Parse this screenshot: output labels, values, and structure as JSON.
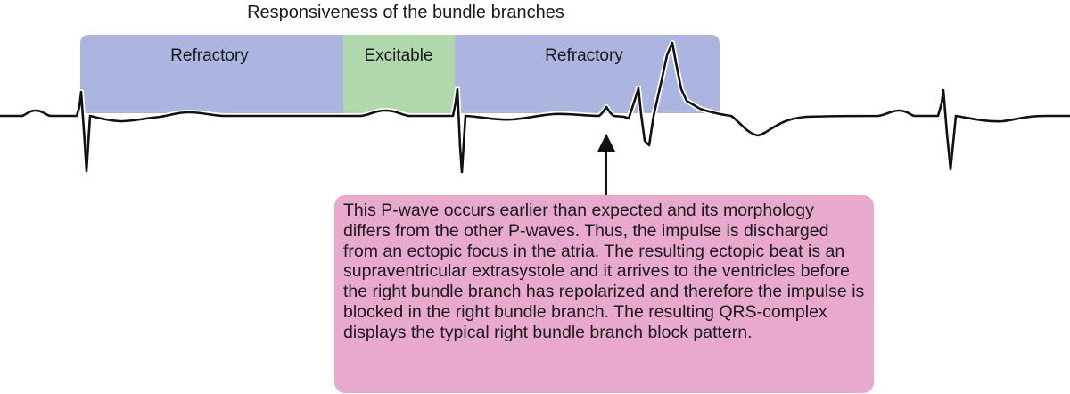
{
  "title": "Responsiveness of the bundle branches",
  "zones": [
    {
      "label": "Refractory",
      "state": "refractory",
      "color": "#abb5e0"
    },
    {
      "label": "Excitable",
      "state": "excitable",
      "color": "#b1d8ad"
    },
    {
      "label": "Refractory",
      "state": "refractory",
      "color": "#abb5e0"
    }
  ],
  "callout": {
    "text": "This P-wave occurs earlier than expected and its morphology differs from the other P-waves. Thus, the impulse is discharged from an ectopic focus in the atria. The resulting ectopic beat is an supraventricular extrasystole and it arrives to the ventricles before the right bundle branch has repolarized and therefore the impulse is blocked in the right bundle branch. The resulting QRS-complex displays the typical right bundle branch block pattern.",
    "color": "#e9a9cf"
  },
  "colors": {
    "trace": "#111111",
    "arrow": "#111111"
  }
}
